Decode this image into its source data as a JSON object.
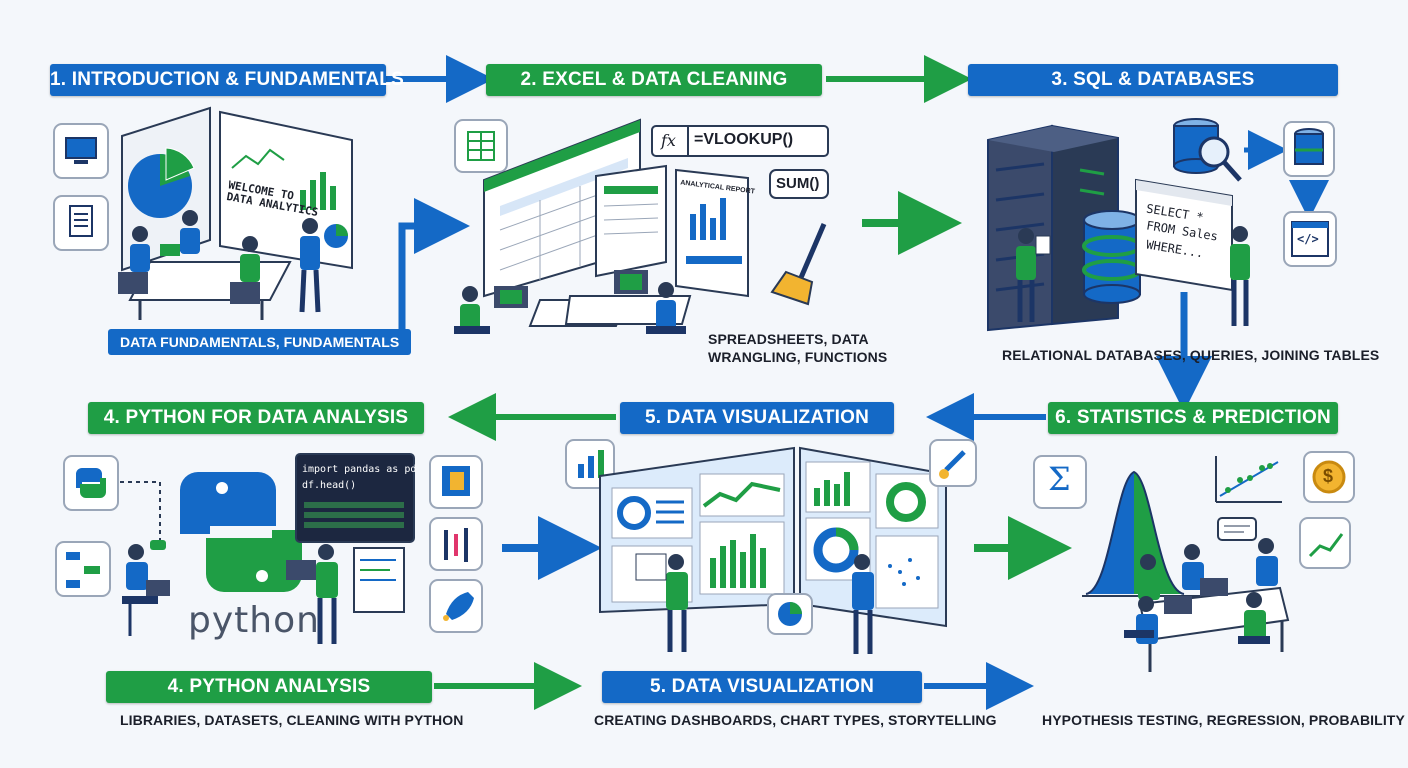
{
  "row1": {
    "step1": "1. INTRODUCTION & FUNDAMENTALS",
    "step2": "2. EXCEL & DATA CLEANING",
    "step3": "3. SQL & DATABASES"
  },
  "row2": {
    "step4": "4. PYTHON FOR DATA ANALYSIS",
    "step5": "5. DATA VISUALIZATION",
    "step6": "6. STATISTICS & PREDICTION"
  },
  "row3": {
    "step4": "4. PYTHON ANALYSIS",
    "step5": "5. DATA VISUALIZATION"
  },
  "captions": {
    "intro": "DATA FUNDAMENTALS, FUNDAMENTALS",
    "excel_line1": "SPREADSHEETS, DATA",
    "excel_line2": "WRANGLING, FUNCTIONS",
    "sql": "RELATIONAL DATABASES, QUERIES, JOINING TABLES",
    "python": "LIBRARIES, DATASETS, CLEANING WITH PYTHON",
    "viz": "CREATING DASHBOARDS, CHART TYPES, STORYTELLING",
    "stats": "HYPOTHESIS TESTING, REGRESSION, PROBABILITY"
  },
  "art": {
    "welcome_line1": "WELCOME TO",
    "welcome_line2": "DATA ANALYTICS",
    "formula": "=VLOOKUP()",
    "fx": "fx",
    "sum": "SUM()",
    "report": "ANALYTICAL REPORT",
    "sql_line1": "SELECT *",
    "sql_line2": "FROM Sales",
    "sql_line3": "WHERE...",
    "code_line1": "import pandas as pd",
    "code_line2": "df.head()",
    "python_word": "python",
    "sigma": "Σ",
    "code_tag": "</>",
    "dollar": "$"
  },
  "colors": {
    "blue": "#1469c6",
    "green": "#1f9e45",
    "navy": "#1c3566",
    "background": "#f4f7fb"
  }
}
